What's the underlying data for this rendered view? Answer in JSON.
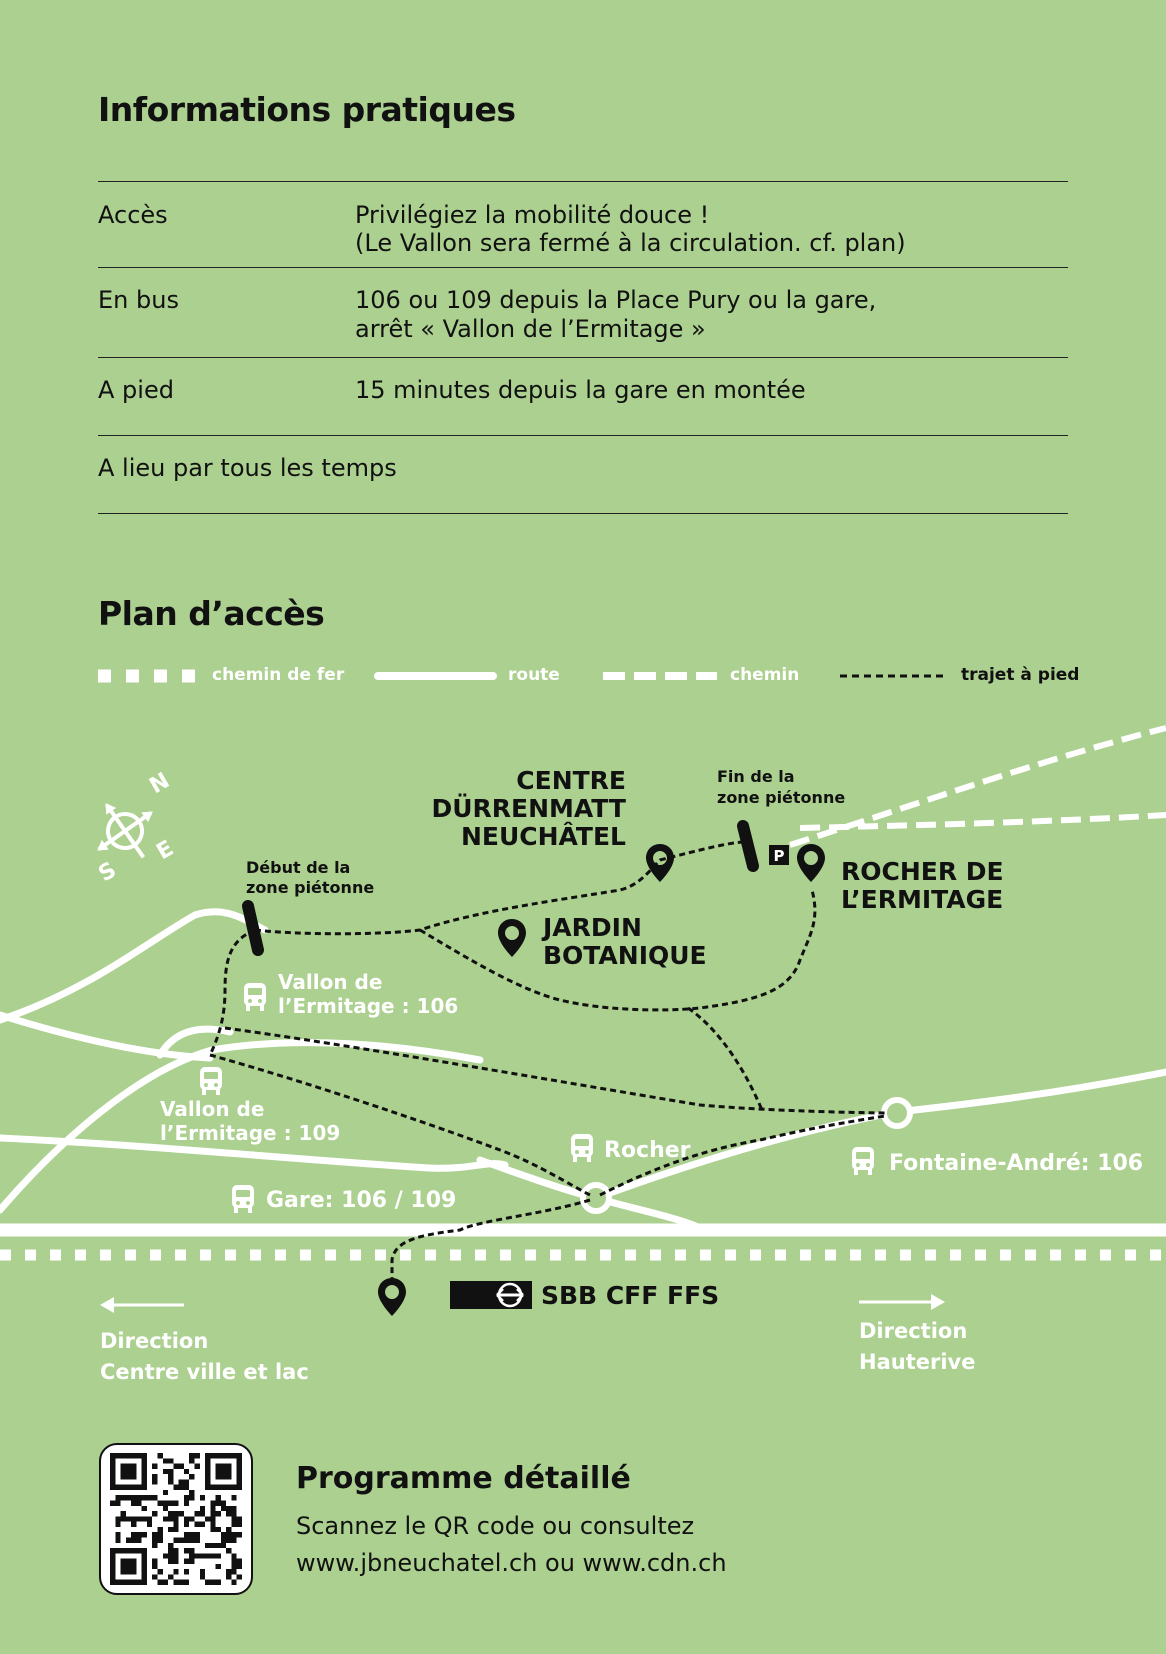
{
  "info": {
    "title": "Informations pratiques",
    "rows": [
      {
        "label": "Accès",
        "lines": [
          "Privilégiez la mobilité douce !",
          "(Le Vallon sera fermé à la circulation. cf. plan)"
        ]
      },
      {
        "label": "En bus",
        "lines": [
          "106 ou 109 depuis la Place Pury ou la gare,",
          "arrêt « Vallon de l’Ermitage »"
        ]
      },
      {
        "label": "A pied",
        "lines": [
          "15 minutes depuis la gare en montée"
        ]
      }
    ],
    "note": "A lieu par tous les temps"
  },
  "plan": {
    "title": "Plan d’accès",
    "legend": {
      "railway": "chemin de fer",
      "road": "route",
      "path": "chemin",
      "walk": "trajet à pied"
    }
  },
  "map": {
    "compass": {
      "n": "N",
      "e": "E",
      "s": "S"
    },
    "centre_l1": "CENTRE",
    "centre_l2": "DÜRRENMATT",
    "centre_l3": "NEUCHÂTEL",
    "fin_l1": "Fin de la",
    "fin_l2": "zone piétonne",
    "debut_l1": "Début de la",
    "debut_l2": "zone piétonne",
    "parking": "P",
    "rocher_l1": "ROCHER DE",
    "rocher_l2": "L’ERMITAGE",
    "jardin_l1": "JARDIN",
    "jardin_l2": "BOTANIQUE",
    "stop106_l1": "Vallon de",
    "stop106_l2": "l’Ermitage : 106",
    "stop109_l1": "Vallon de",
    "stop109_l2": "l’Ermitage : 109",
    "stop_rocher": "Rocher",
    "stop_fontaine": "Fontaine-André: 106",
    "stop_gare": "Gare: 106 / 109",
    "sbb": "SBB CFF FFS",
    "dir_left_l1": "Direction",
    "dir_left_l2": "Centre ville et lac",
    "dir_right_l1": "Direction",
    "dir_right_l2": "Hauterive"
  },
  "programme": {
    "title": "Programme détaillé",
    "line1": "Scannez le QR code ou consultez",
    "line2": "www.jbneuchatel.ch ou www.cdn.ch"
  },
  "colors": {
    "background": "#acd08f",
    "road": "#ffffff",
    "ink": "#111111"
  },
  "icons": [
    "map-pin-icon",
    "bus-icon",
    "parking-icon",
    "compass-icon",
    "arrow-left-icon",
    "arrow-right-icon",
    "sbb-logo-icon",
    "qr-code"
  ]
}
